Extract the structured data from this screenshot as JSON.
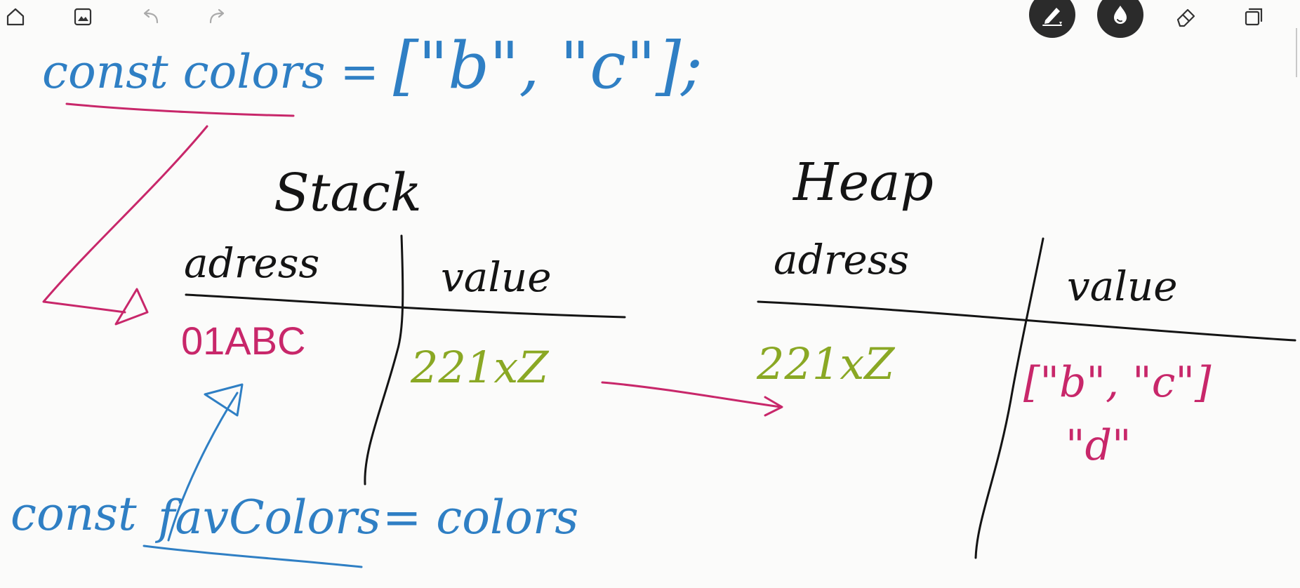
{
  "toolbar": {
    "left": [
      {
        "name": "home-icon"
      },
      {
        "name": "image-icon"
      },
      {
        "name": "undo-icon"
      },
      {
        "name": "redo-icon"
      }
    ],
    "right": [
      {
        "name": "pen-tool-icon",
        "active": true
      },
      {
        "name": "ink-color-icon",
        "active": true
      },
      {
        "name": "eraser-icon",
        "active": false
      },
      {
        "name": "lasso-select-icon",
        "active": false
      }
    ]
  },
  "colors": {
    "blue": "#2f7fc4",
    "magenta": "#c8276a",
    "green": "#8aa824",
    "black": "#141414"
  },
  "notes": {
    "top_code": {
      "lhs": "const colors =",
      "array": "[\"b\", \"c\"];"
    },
    "stack": {
      "title": "Stack",
      "col_address": "adress",
      "col_value": "value",
      "address": "01ABC",
      "value": "221xZ"
    },
    "heap": {
      "title": "Heap",
      "col_address": "adress",
      "col_value": "value",
      "address": "221xZ",
      "value_line1": "[\"b\", \"c\"]",
      "value_line2": "\"d\""
    },
    "bottom_code": {
      "keyword": "const",
      "name": "favColors",
      "rhs": "= colors"
    }
  }
}
